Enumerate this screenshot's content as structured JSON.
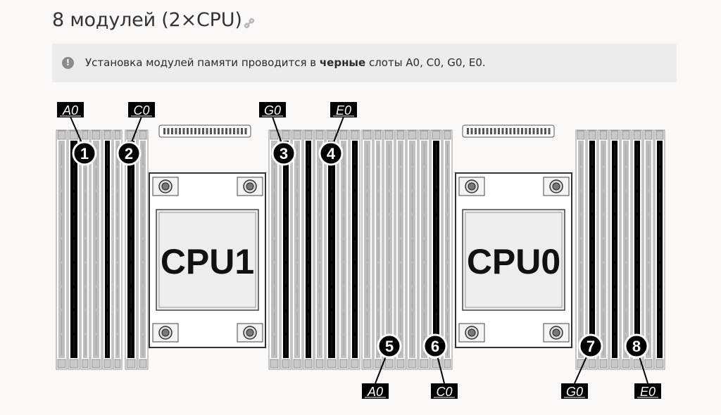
{
  "heading": {
    "title": "8 модулей (2×CPU)",
    "link_icon": "link-icon"
  },
  "notice": {
    "icon": "exclamation-circle-icon",
    "text_before": "Установка модулей памяти проводится в ",
    "text_bold": "черные",
    "text_after": " слоты A0, C0, G0, E0."
  },
  "diagram": {
    "cpus": [
      {
        "label": "CPU1"
      },
      {
        "label": "CPU0"
      }
    ],
    "top_labels": [
      "A0",
      "C0",
      "G0",
      "E0"
    ],
    "bottom_labels": [
      "A0",
      "C0",
      "G0",
      "E0"
    ],
    "markers": [
      "1",
      "2",
      "3",
      "4",
      "5",
      "6",
      "7",
      "8"
    ],
    "colors": {
      "black_slot": "#000000",
      "gray_slot": "#bfbfbf",
      "line": "#555555"
    }
  }
}
